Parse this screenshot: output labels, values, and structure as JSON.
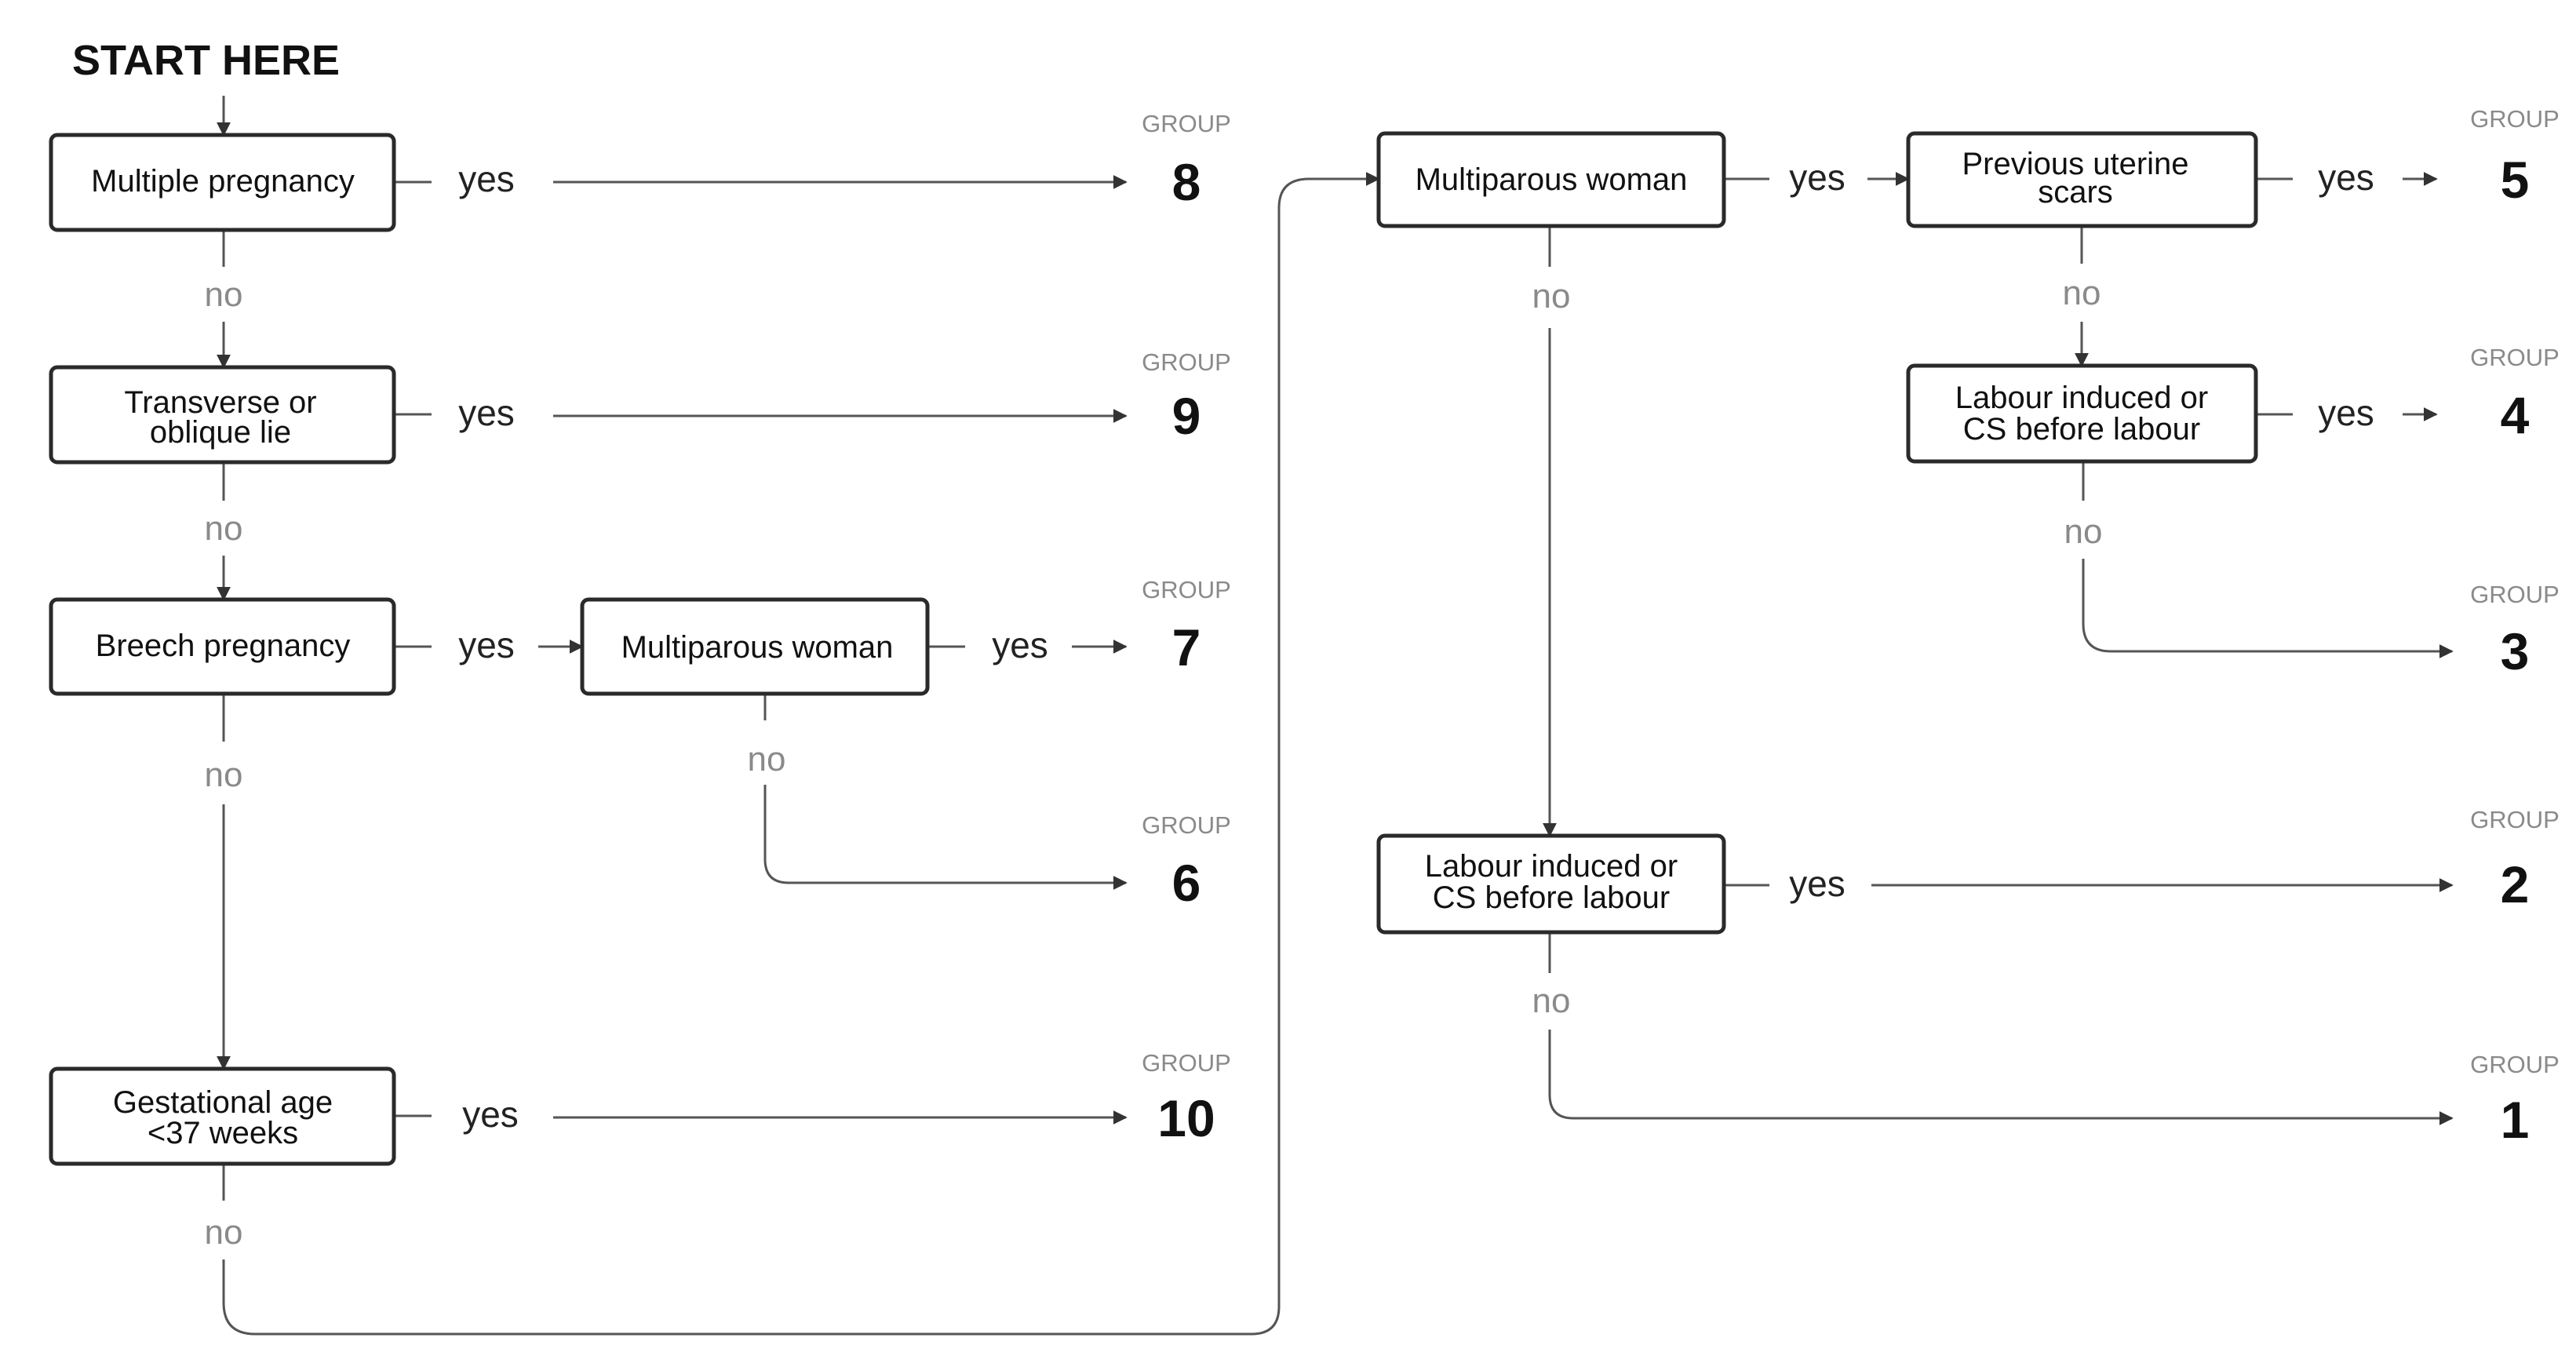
{
  "title": "START HERE",
  "labels": {
    "yes": "yes",
    "no": "no",
    "group": "GROUP"
  },
  "boxes": {
    "multiple_pregnancy": [
      "Multiple pregnancy"
    ],
    "transverse_lie": [
      "Transverse or",
      "oblique lie"
    ],
    "breech_pregnancy": [
      "Breech pregnancy"
    ],
    "breech_multiparous": [
      "Multiparous woman"
    ],
    "gestational_age": [
      "Gestational age",
      "<37 weeks"
    ],
    "multiparous_woman": [
      "Multiparous woman"
    ],
    "previous_scars": [
      "Previous uterine",
      "scars"
    ],
    "labour_induced_multi": [
      "Labour induced or",
      "CS before labour"
    ],
    "labour_induced_nulli": [
      "Labour induced or",
      "CS before labour"
    ]
  },
  "groups": [
    "8",
    "9",
    "7",
    "6",
    "10",
    "5",
    "4",
    "3",
    "2",
    "1"
  ]
}
